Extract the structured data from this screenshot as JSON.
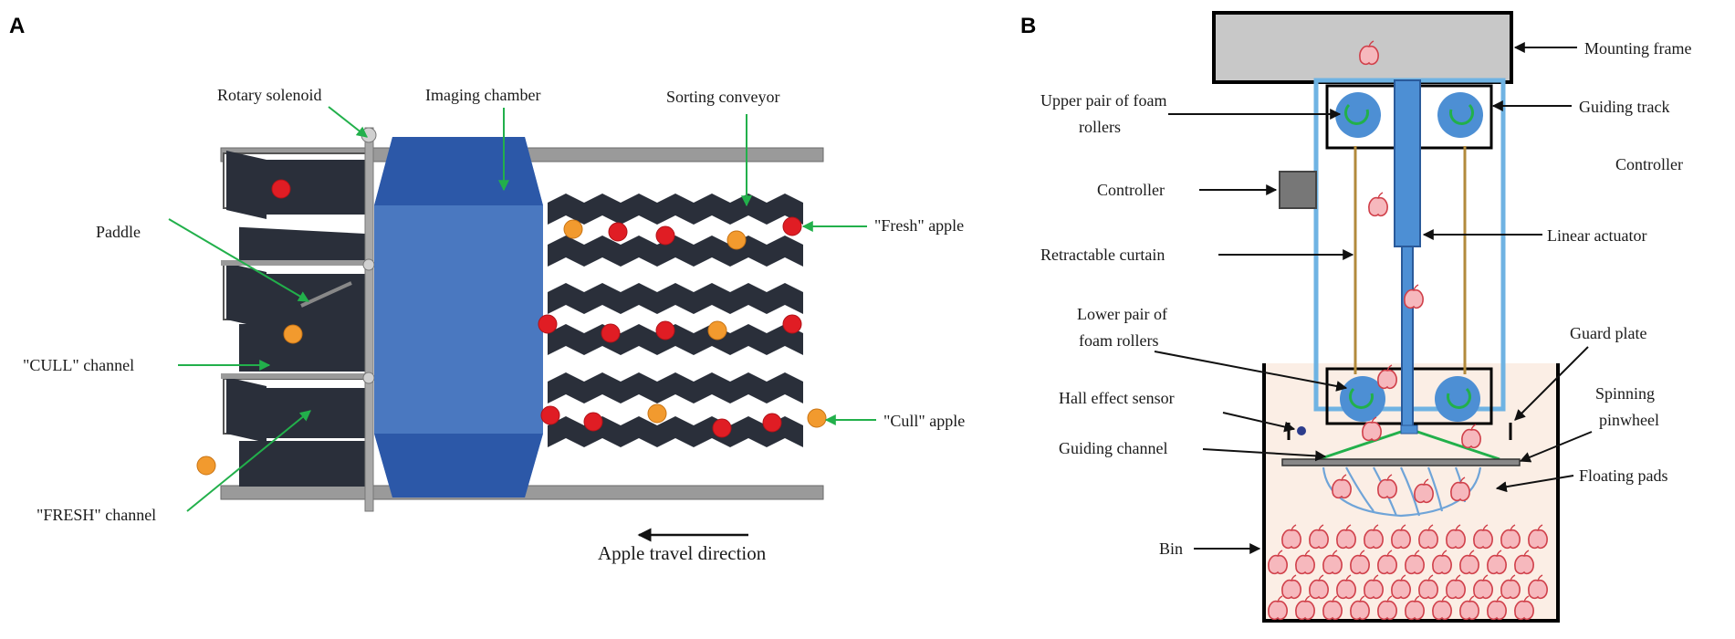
{
  "panel_a": {
    "letter": "A",
    "labels": {
      "rotary_solenoid": "Rotary solenoid",
      "imaging_chamber": "Imaging chamber",
      "sorting_conveyor": "Sorting conveyor",
      "paddle": "Paddle",
      "fresh_apple": "\"Fresh\" apple",
      "cull_channel": "\"CULL\" channel",
      "cull_apple": "\"Cull\" apple",
      "fresh_channel": "\"FRESH\" channel",
      "travel_direction": "Apple travel direction"
    }
  },
  "panel_b": {
    "letter": "B",
    "labels": {
      "mounting_frame": "Mounting frame",
      "upper_rollers_1": "Upper pair of foam",
      "upper_rollers_2": "rollers",
      "guiding_track": "Guiding track",
      "controller_left": "Controller",
      "controller_right": "Controller",
      "linear_actuator": "Linear actuator",
      "retractable_curtain": "Retractable curtain",
      "lower_rollers_1": "Lower pair of",
      "lower_rollers_2": "foam rollers",
      "guard_plate": "Guard plate",
      "hall_sensor": "Hall effect sensor",
      "spinning_1": "Spinning",
      "spinning_2": "pinwheel",
      "guiding_channel": "Guiding channel",
      "floating_pads": "Floating pads",
      "bin": "Bin"
    }
  },
  "colors": {
    "chamber_blue": "#4a78c0",
    "chamber_dark": "#2c58a8",
    "conveyor_dark": "#2a2f3a",
    "rail_gray": "#9a9a9a",
    "arrow_green": "#22b04b",
    "apple_red": "#e01d24",
    "apple_orange": "#f29a2e",
    "frame_blue": "#6fb3e3",
    "roller_blue": "#4d8fd4",
    "bin_fill": "#fbeee5",
    "apple_pink": "#f4a9b0"
  }
}
